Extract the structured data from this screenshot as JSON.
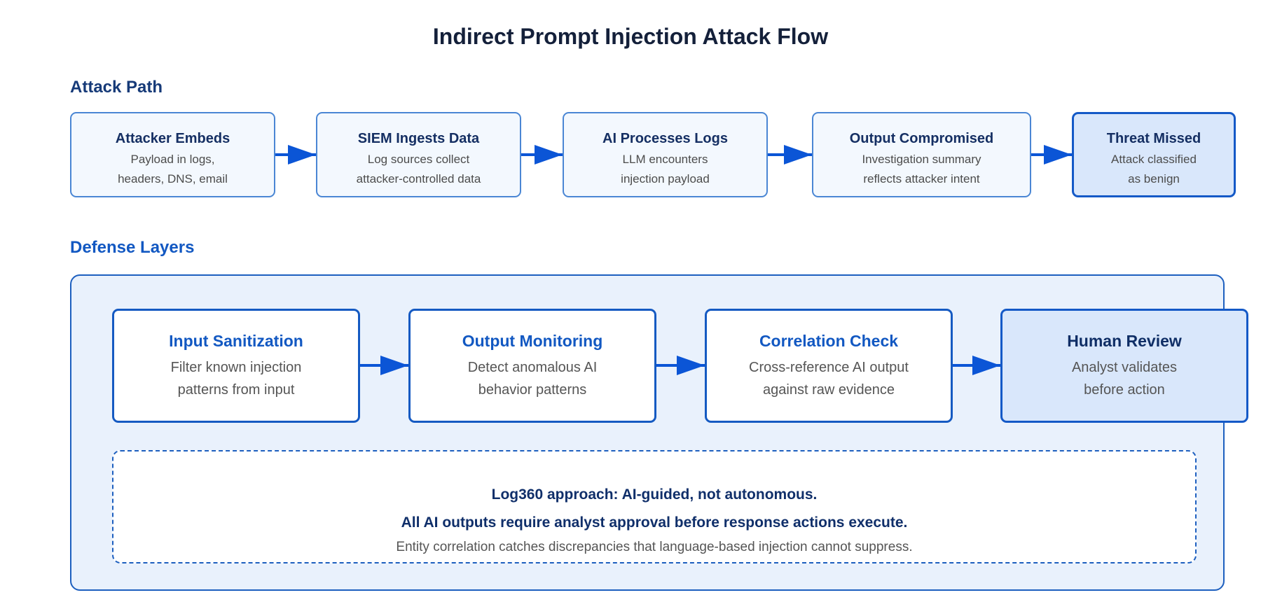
{
  "title": "Indirect Prompt Injection Attack Flow",
  "attack": {
    "label": "Attack Path",
    "steps": [
      {
        "title": "Attacker Embeds",
        "line1": "Payload in logs,",
        "line2": "headers, DNS, email"
      },
      {
        "title": "SIEM Ingests Data",
        "line1": "Log sources collect",
        "line2": "attacker-controlled data"
      },
      {
        "title": "AI Processes Logs",
        "line1": "LLM encounters",
        "line2": "injection payload"
      },
      {
        "title": "Output Compromised",
        "line1": "Investigation summary",
        "line2": "reflects attacker intent"
      },
      {
        "title": "Threat Missed",
        "line1": "Attack classified",
        "line2": "as benign"
      }
    ]
  },
  "defense": {
    "label": "Defense Layers",
    "steps": [
      {
        "title": "Input Sanitization",
        "line1": "Filter known injection",
        "line2": "patterns from input"
      },
      {
        "title": "Output Monitoring",
        "line1": "Detect anomalous AI",
        "line2": "behavior patterns"
      },
      {
        "title": "Correlation Check",
        "line1": "Cross-reference AI output",
        "line2": "against raw evidence"
      },
      {
        "title": "Human Review",
        "line1": "Analyst validates",
        "line2": "before action"
      }
    ],
    "note": {
      "line1": "Log360 approach: AI-guided, not autonomous.",
      "line2": "All AI outputs require analyst approval before response actions execute.",
      "line3": "Entity correlation catches discrepancies that language-based injection cannot suppress."
    }
  },
  "colors": {
    "arrow": "#0b55d6",
    "accent": "#1258c2",
    "dark_navy": "#152f63"
  }
}
